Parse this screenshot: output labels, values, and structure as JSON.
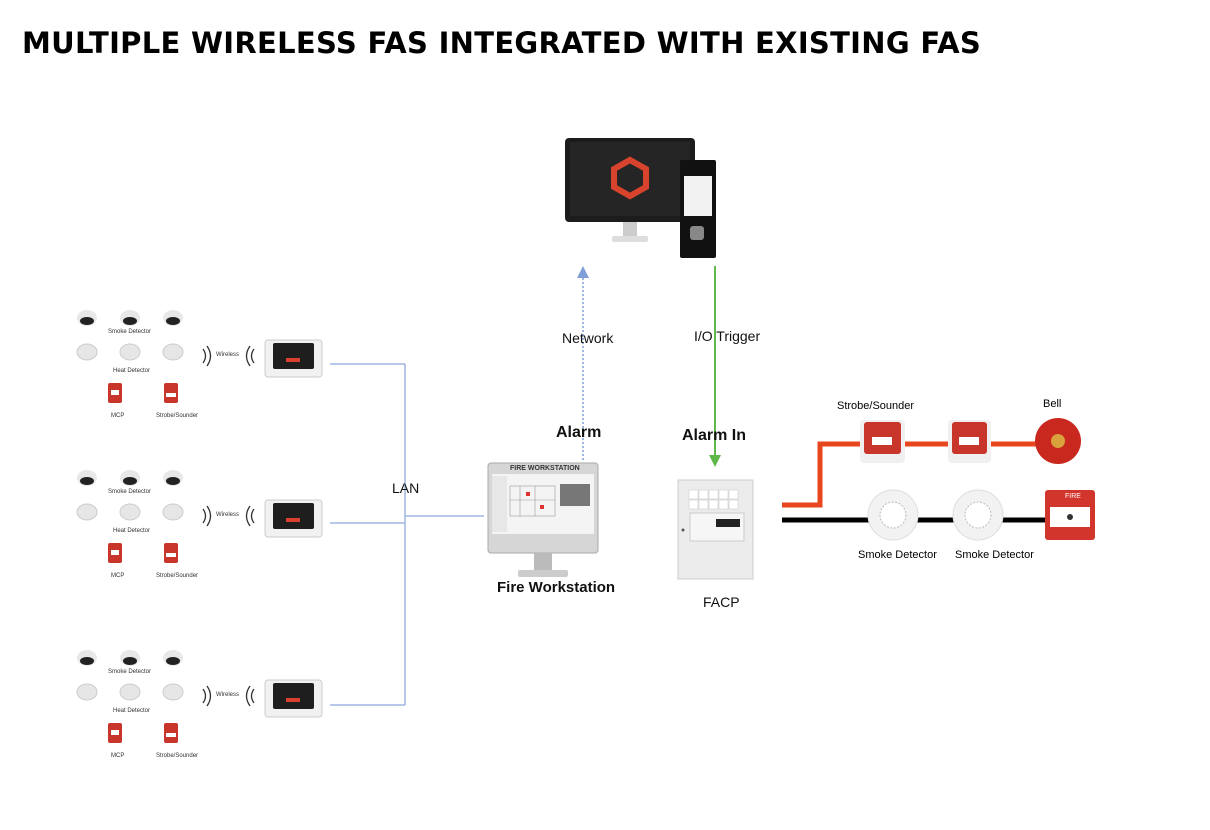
{
  "title": "MULTIPLE WIRELESS FAS INTEGRATED WITH EXISTING FAS",
  "labels": {
    "network": "Network",
    "io_trigger": "I/O Trigger",
    "alarm": "Alarm",
    "alarm_in": "Alarm In",
    "lan": "LAN",
    "fire_workstation": "Fire Workstation",
    "facp": "FACP",
    "workstation_screen": "FIRE WORKSTATION"
  },
  "wireless_groups": [
    {
      "smoke": "Smoke Detector",
      "heat": "Heat Detector",
      "mcp": "MCP",
      "strobe": "Strobe/Sounder",
      "wireless": "Wireless"
    },
    {
      "smoke": "Smoke Detector",
      "heat": "Heat Detector",
      "mcp": "MCP",
      "strobe": "Strobe/Sounder",
      "wireless": "Wireless"
    },
    {
      "smoke": "Smoke Detector",
      "heat": "Heat Detector",
      "mcp": "MCP",
      "strobe": "Strobe/Sounder",
      "wireless": "Wireless"
    }
  ],
  "existing_fas": {
    "strobe_label": "Strobe/Sounder",
    "bell_label": "Bell",
    "smoke1_label": "Smoke Detector",
    "smoke2_label": "Smoke Detector",
    "mcp_text": "FIRE"
  },
  "colors": {
    "network_line": "#7f9fd6",
    "io_line": "#5fb84a",
    "lan_line": "#9fb6e0",
    "sounder_loop": "#e8461e",
    "detector_loop": "#000000",
    "device_red": "#c7352b"
  }
}
